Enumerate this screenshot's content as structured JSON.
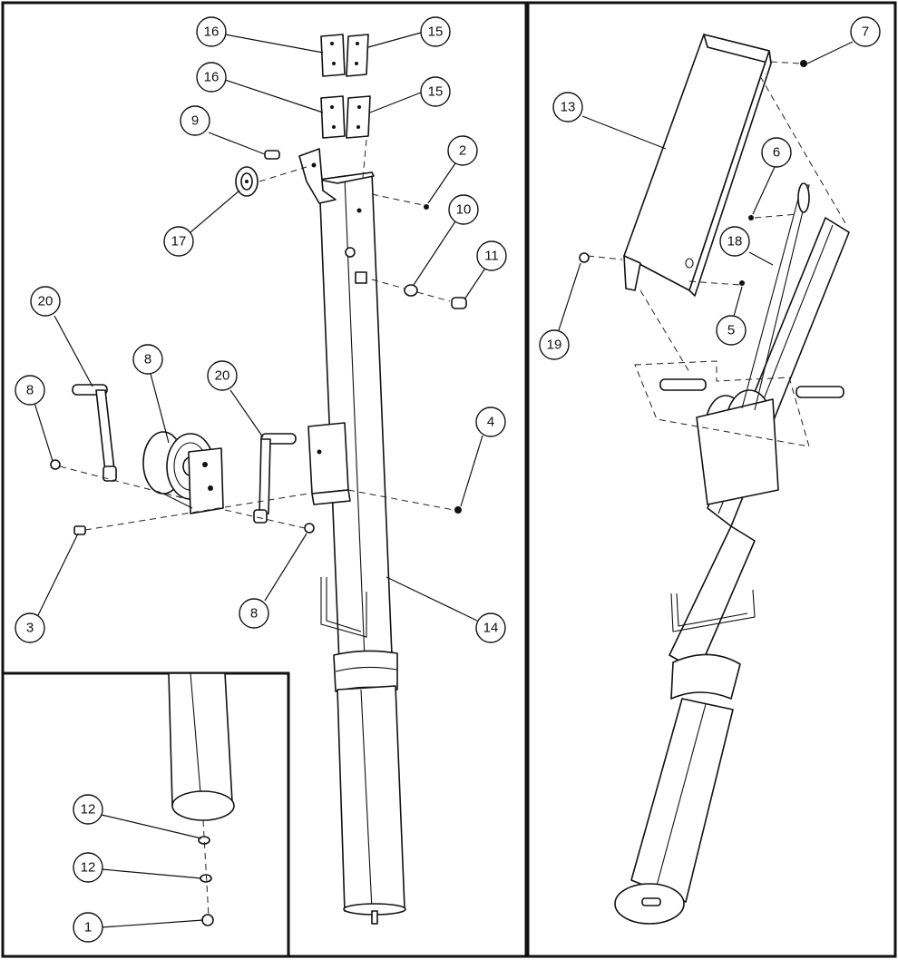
{
  "callouts": [
    {
      "id": "c16a",
      "label": "16"
    },
    {
      "id": "c15a",
      "label": "15"
    },
    {
      "id": "c16b",
      "label": "16"
    },
    {
      "id": "c15b",
      "label": "15"
    },
    {
      "id": "c9",
      "label": "9"
    },
    {
      "id": "c2",
      "label": "2"
    },
    {
      "id": "c10",
      "label": "10"
    },
    {
      "id": "c11",
      "label": "11"
    },
    {
      "id": "c17",
      "label": "17"
    },
    {
      "id": "c20a",
      "label": "20"
    },
    {
      "id": "c8a",
      "label": "8"
    },
    {
      "id": "c20b",
      "label": "20"
    },
    {
      "id": "c8b",
      "label": "8"
    },
    {
      "id": "c4",
      "label": "4"
    },
    {
      "id": "c3",
      "label": "3"
    },
    {
      "id": "c8c",
      "label": "8"
    },
    {
      "id": "c14",
      "label": "14"
    },
    {
      "id": "c12a",
      "label": "12"
    },
    {
      "id": "c12b",
      "label": "12"
    },
    {
      "id": "c1",
      "label": "1"
    },
    {
      "id": "c7",
      "label": "7"
    },
    {
      "id": "c13",
      "label": "13"
    },
    {
      "id": "c6",
      "label": "6"
    },
    {
      "id": "c18",
      "label": "18"
    },
    {
      "id": "c19",
      "label": "19"
    },
    {
      "id": "c5",
      "label": "5"
    }
  ]
}
